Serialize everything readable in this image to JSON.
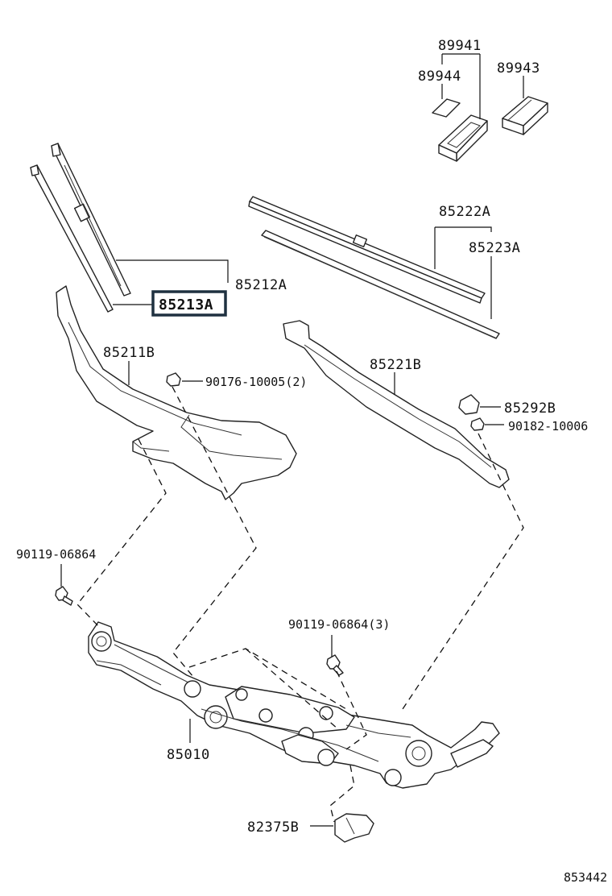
{
  "callouts": {
    "c89941": "89941",
    "c89944": "89944",
    "c89943": "89943",
    "c85222A": "85222A",
    "c85223A": "85223A",
    "c85212A": "85212A",
    "c85213A": "85213A",
    "c85211B": "85211B",
    "c90176": "90176-10005(2)",
    "c85221B": "85221B",
    "c85292B": "85292B",
    "c90182": "90182-10006",
    "c90119a": "90119-06864",
    "c90119b": "90119-06864(3)",
    "c85010": "85010",
    "c82375B": "82375B",
    "diagram_number": "853442"
  },
  "highlighted_part": "85213A",
  "colors": {
    "highlight_box": "#1f3140",
    "line": "#111111"
  }
}
